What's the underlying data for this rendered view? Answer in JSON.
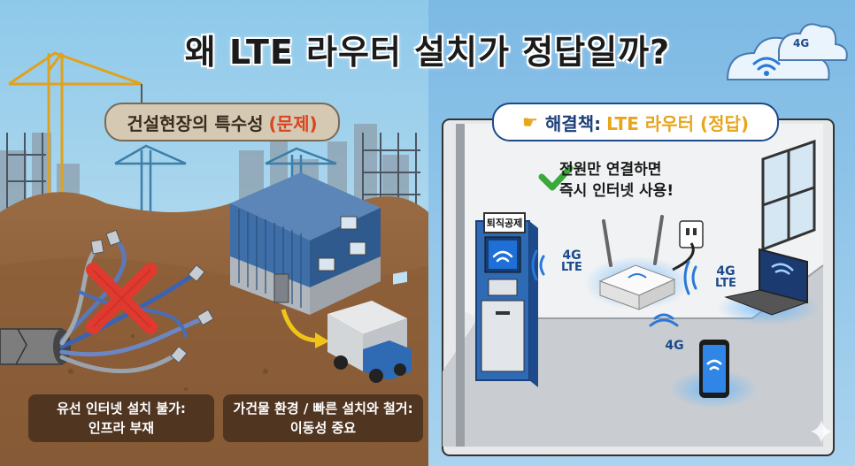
{
  "title": "왜 LTE 라우터 설치가 정답일까?",
  "left_panel": {
    "header_main": "건설현장의 특수성",
    "header_highlight": "(문제)",
    "caption_1": {
      "line1": "유선 인터넷 설치 불가:",
      "line2": "인프라 부재"
    },
    "caption_2": {
      "line1": "가건물 환경 / 빠른 설치와 철거:",
      "line2": "이동성 중요"
    }
  },
  "right_panel": {
    "header_main": "해결책:",
    "header_highlight": "LTE 라우터 (정답)",
    "note": {
      "line1": "전원만 연결하면",
      "line2": "즉시 인터넷 사용!"
    },
    "atm_label": "퇴직공제",
    "signals": [
      {
        "line1": "4G",
        "line2": "LTE"
      },
      {
        "line1": "4G",
        "line2": "LTE"
      },
      {
        "line1": "4G"
      }
    ],
    "cloud_label": "4G"
  },
  "colors": {
    "sky_left": "#9fd0ea",
    "sky_right": "#8fc3e6",
    "dirt": "#8a5f3c",
    "container_blue": "#3f6fa8",
    "wifi_blue": "#2a78d8",
    "red_x": "#e03a2f",
    "check_green": "#3aa83a"
  },
  "icons": [
    "pointing-hand-icon",
    "check-icon",
    "wifi-icon",
    "red-x-icon",
    "arrow-icon",
    "cloud-icon",
    "sparkle-icon"
  ]
}
